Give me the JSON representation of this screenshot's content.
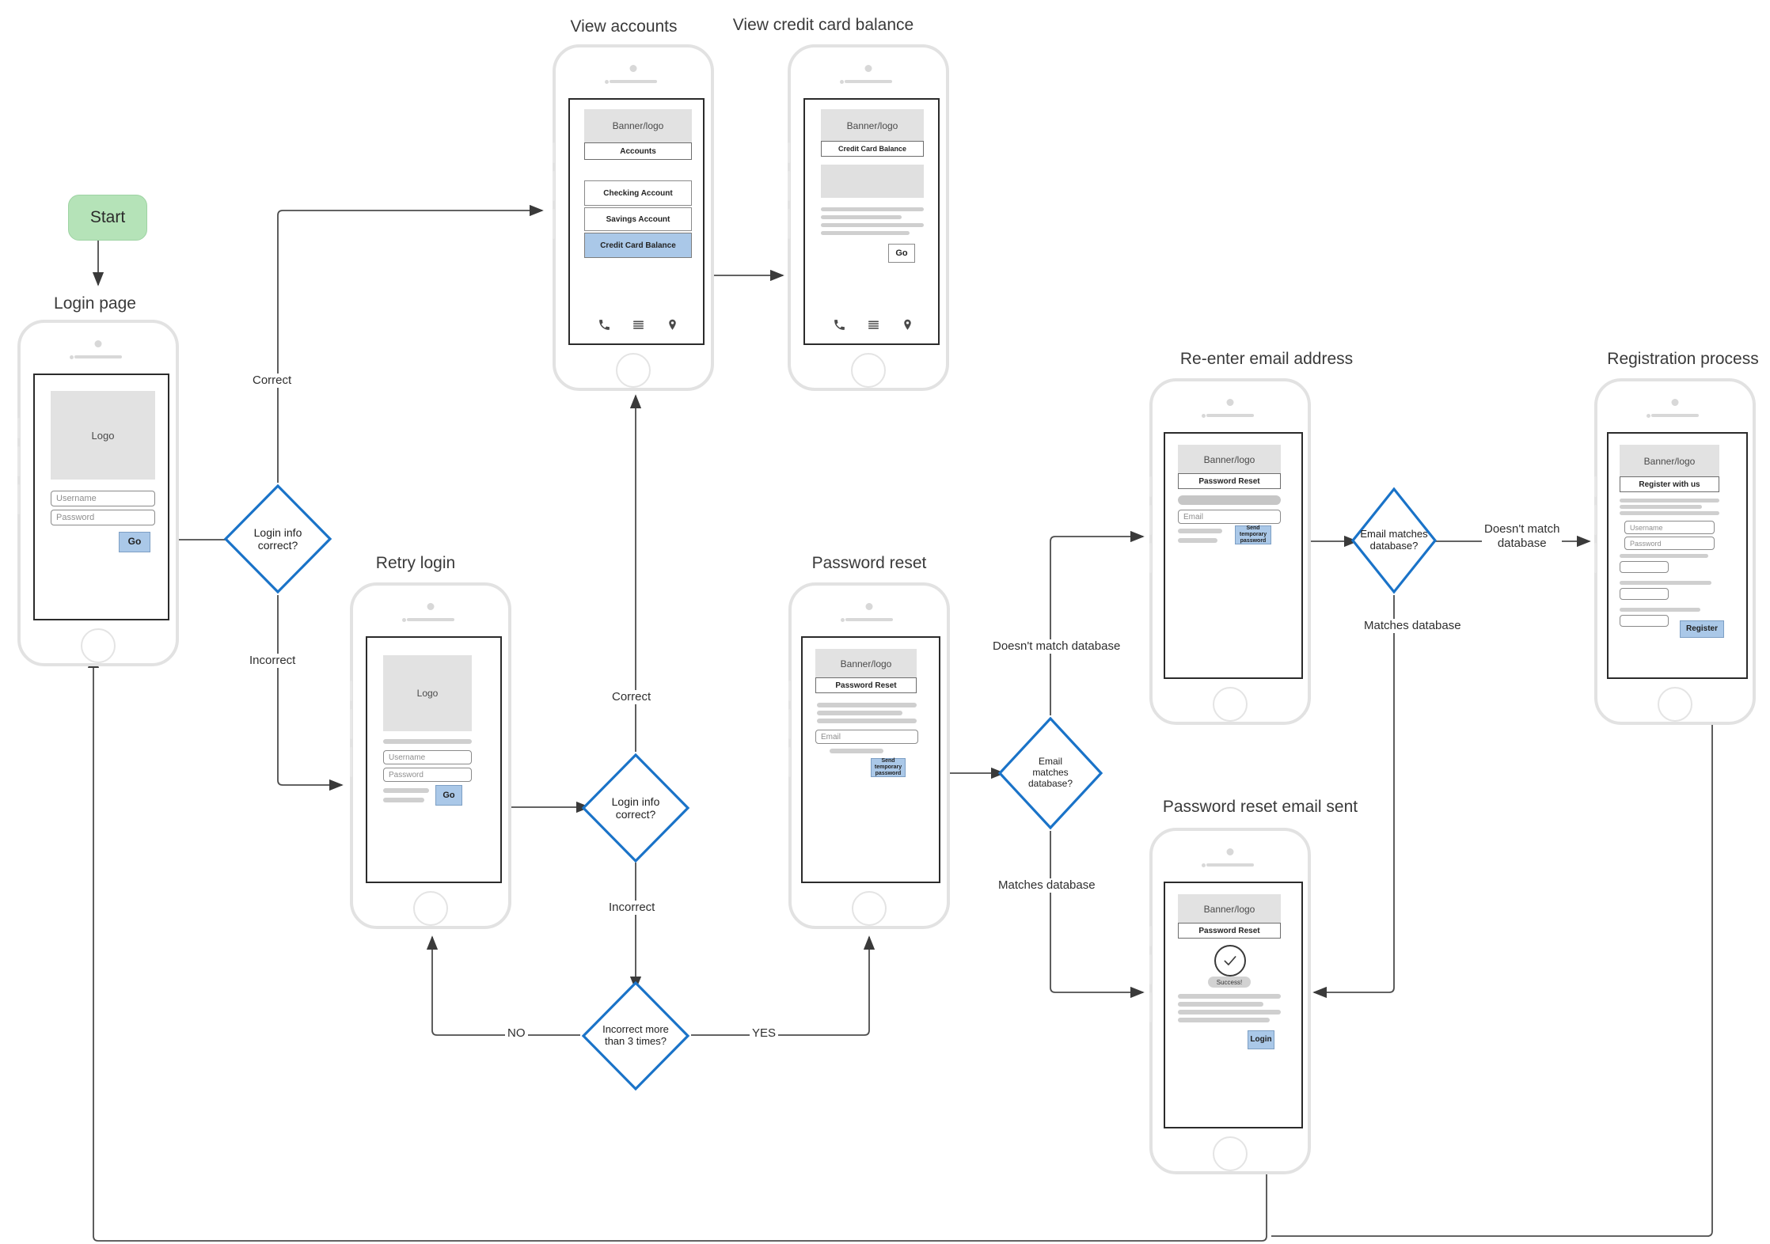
{
  "diagram": {
    "title": "Mobile banking login / password reset flow",
    "accent_blue": "#1a73c8",
    "selected_fill": "#aac8e8",
    "start_fill": "#b5e3b8",
    "line_color": "#4d4d4d"
  },
  "start": {
    "label": "Start"
  },
  "captions": {
    "login_page": "Login page",
    "view_accounts": "View accounts",
    "view_credit_card_balance": "View credit card balance",
    "retry_login": "Retry login",
    "password_reset": "Password reset",
    "reenter_email": "Re-enter email address",
    "registration": "Registration process",
    "reset_email_sent": "Password reset email sent"
  },
  "screens": {
    "login_page": {
      "logo": "Logo",
      "username_placeholder": "Username",
      "password_placeholder": "Password",
      "go_button": "Go"
    },
    "view_accounts": {
      "banner": "Banner/logo",
      "header_tab": "Accounts",
      "items": [
        {
          "label": "Checking Account",
          "selected": false
        },
        {
          "label": "Savings Account",
          "selected": false
        },
        {
          "label": "Credit Card Balance",
          "selected": true
        }
      ],
      "nav_icons": [
        "phone-icon",
        "menu-icon",
        "location-pin-icon"
      ]
    },
    "view_credit_card_balance": {
      "banner": "Banner/logo",
      "header_tab": "Credit Card Balance",
      "go_button": "Go",
      "nav_icons": [
        "phone-icon",
        "menu-icon",
        "location-pin-icon"
      ]
    },
    "retry_login": {
      "logo": "Logo",
      "username_placeholder": "Username",
      "password_placeholder": "Password",
      "go_button": "Go"
    },
    "password_reset": {
      "banner": "Banner/logo",
      "header_tab": "Password Reset",
      "email_placeholder": "Email",
      "send_button": "Send temporary password"
    },
    "reenter_email": {
      "banner": "Banner/logo",
      "header_tab": "Password Reset",
      "email_placeholder": "Email",
      "send_button": "Send temporary password"
    },
    "reset_email_sent": {
      "banner": "Banner/logo",
      "header_tab": "Password Reset",
      "success_badge": "Success!",
      "check_icon": "check-icon",
      "login_button": "Login"
    },
    "registration": {
      "banner": "Banner/logo",
      "header_tab": "Register with us",
      "username_placeholder": "Username",
      "password_placeholder": "Password",
      "register_button": "Register"
    }
  },
  "decisions": {
    "login_correct_1": "Login info\ncorrect?",
    "login_correct_1_l1": "Login info",
    "login_correct_1_l2": "correct?",
    "login_correct_2_l1": "Login info",
    "login_correct_2_l2": "correct?",
    "incorrect_3_l1": "Incorrect more",
    "incorrect_3_l2": "than 3 times?",
    "email_matches_small_l1": "Email",
    "email_matches_small_l2": "matches",
    "email_matches_small_l3": "database?",
    "email_matches_big_l1": "Email matches",
    "email_matches_big_l2": "database?"
  },
  "edge_labels": {
    "correct_top": "Correct",
    "incorrect_left": "Incorrect",
    "correct_mid": "Correct",
    "incorrect_mid": "Incorrect",
    "no": "NO",
    "yes": "YES",
    "doesnt_match_left": "Doesn't match database",
    "matches_left": "Matches database",
    "doesnt_match_right_l1": "Doesn't match",
    "doesnt_match_right_l2": "database",
    "matches_right": "Matches database"
  }
}
